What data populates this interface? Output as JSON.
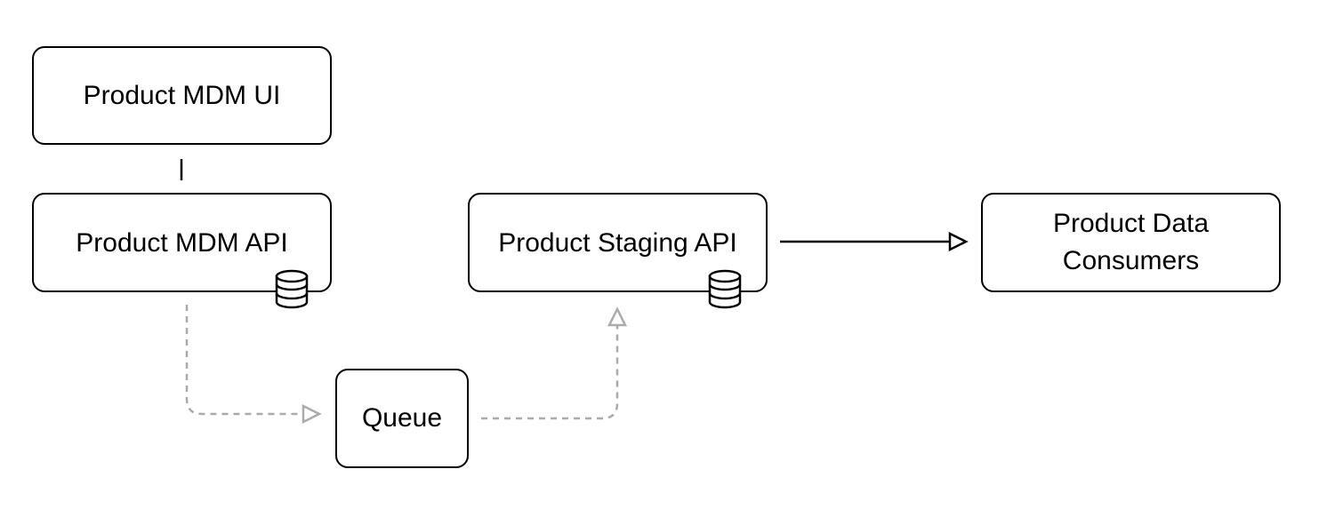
{
  "nodes": {
    "mdm_ui": "Product MDM UI",
    "mdm_api": "Product MDM API",
    "staging_api": "Product Staging API",
    "consumers": "Product Data\nConsumers",
    "queue": "Queue"
  },
  "colors": {
    "stroke": "#000000",
    "dashed": "#aaaaaa",
    "background": "#ffffff"
  },
  "icons": {
    "mdm_api": "database-icon",
    "staging_api": "database-icon"
  }
}
